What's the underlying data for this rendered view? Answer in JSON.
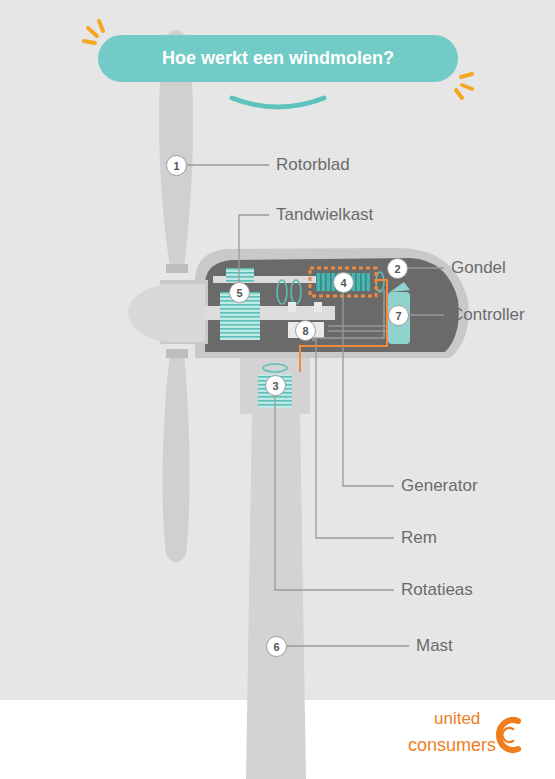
{
  "diagram": {
    "title": "Hoe werkt een windmolen?",
    "nodes": [
      {
        "text": [
          "Hoe werkt een windmolen?"
        ]
      },
      {
        "text": [
          "1"
        ]
      },
      {
        "text": [
          "5"
        ]
      },
      {
        "text": [
          "2"
        ]
      },
      {
        "text": [
          "4"
        ]
      },
      {
        "text": [
          "7"
        ]
      },
      {
        "text": [
          "8"
        ]
      },
      {
        "text": [
          "3"
        ]
      },
      {
        "text": [
          "6"
        ]
      }
    ],
    "labels": [
      "Rotorblad",
      "Tandwielkast",
      "Gondel",
      "Controller",
      "Generator",
      "Rem",
      "Rotatieas",
      "Mast",
      "united",
      "consumers"
    ]
  }
}
